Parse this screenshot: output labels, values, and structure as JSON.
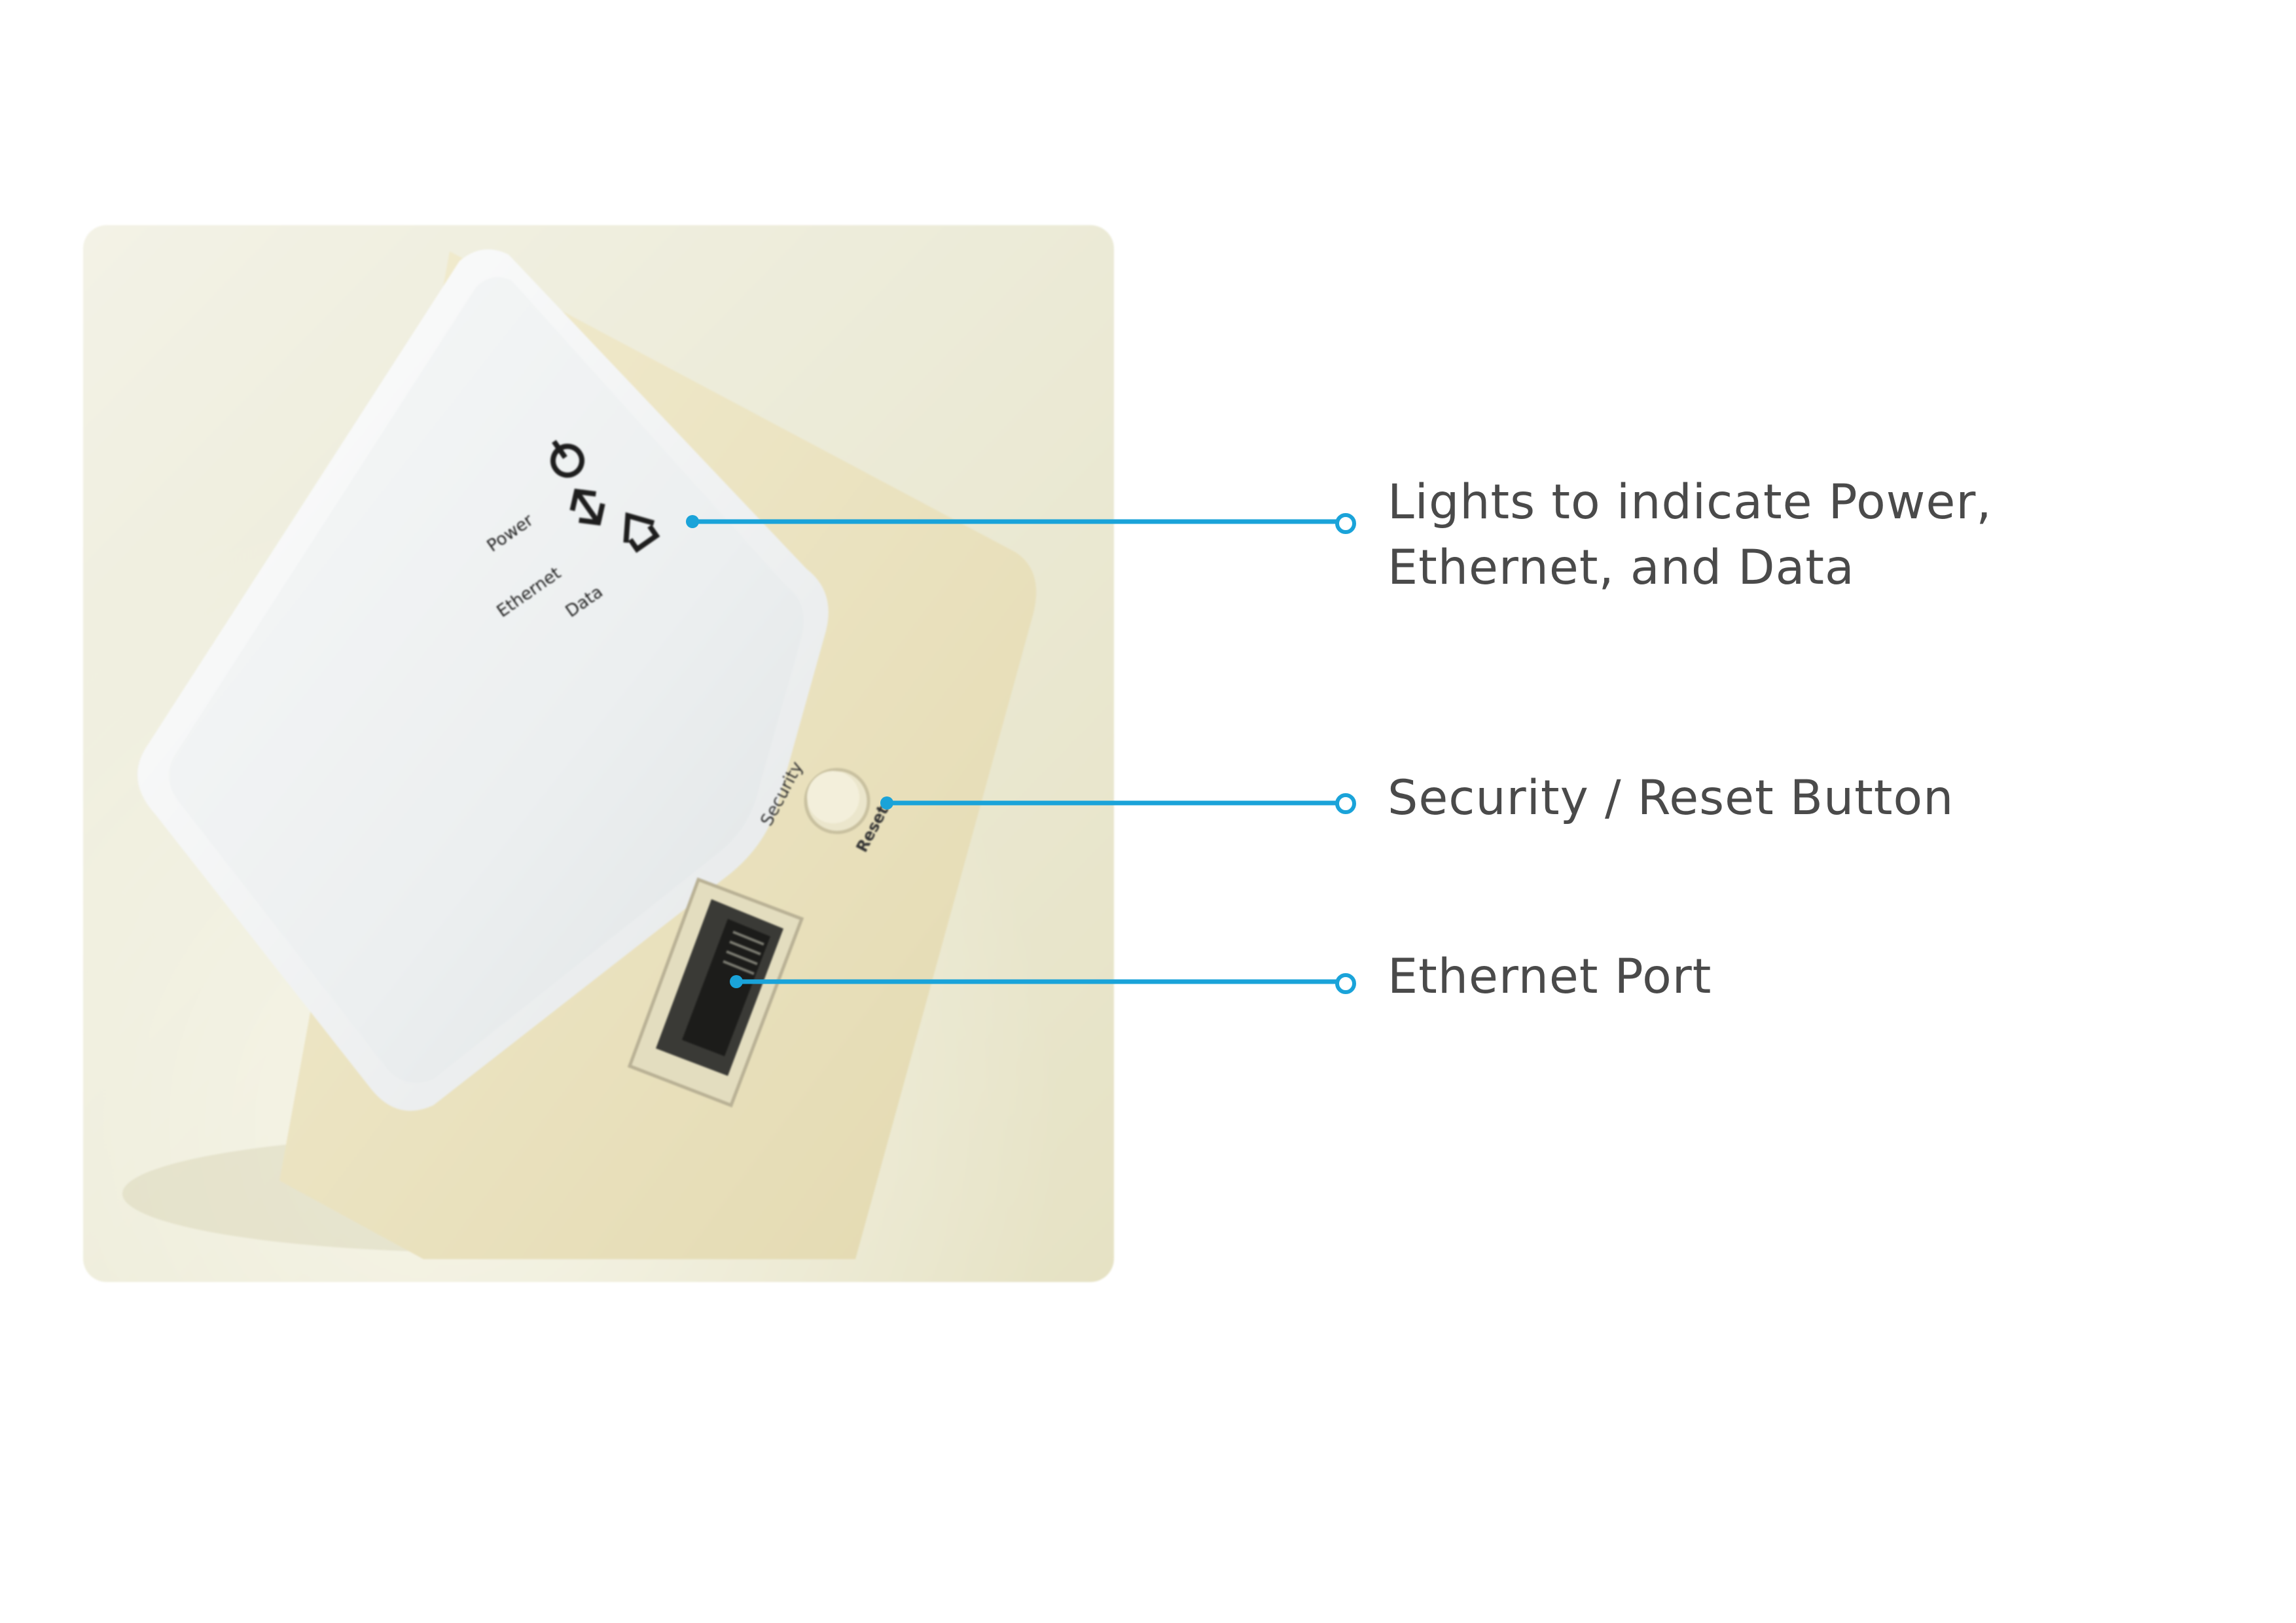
{
  "device": {
    "led_labels": {
      "power": "Power",
      "ethernet": "Ethernet",
      "data": "Data"
    },
    "button_labels": {
      "security": "Security",
      "reset": "Reset"
    }
  },
  "callouts": [
    {
      "lines": [
        "Lights to indicate Power,",
        "Ethernet, and Data"
      ]
    },
    {
      "lines": [
        "Security / Reset Button"
      ]
    },
    {
      "lines": [
        "Ethernet Port"
      ]
    }
  ],
  "colors": {
    "callout_line": "#1aa3d9",
    "callout_text": "#4a4a4a",
    "background": "#ffffff",
    "photo_backdrop": "#ecead3",
    "device_face": "#eef0f1",
    "device_body": "#ede6c3"
  }
}
